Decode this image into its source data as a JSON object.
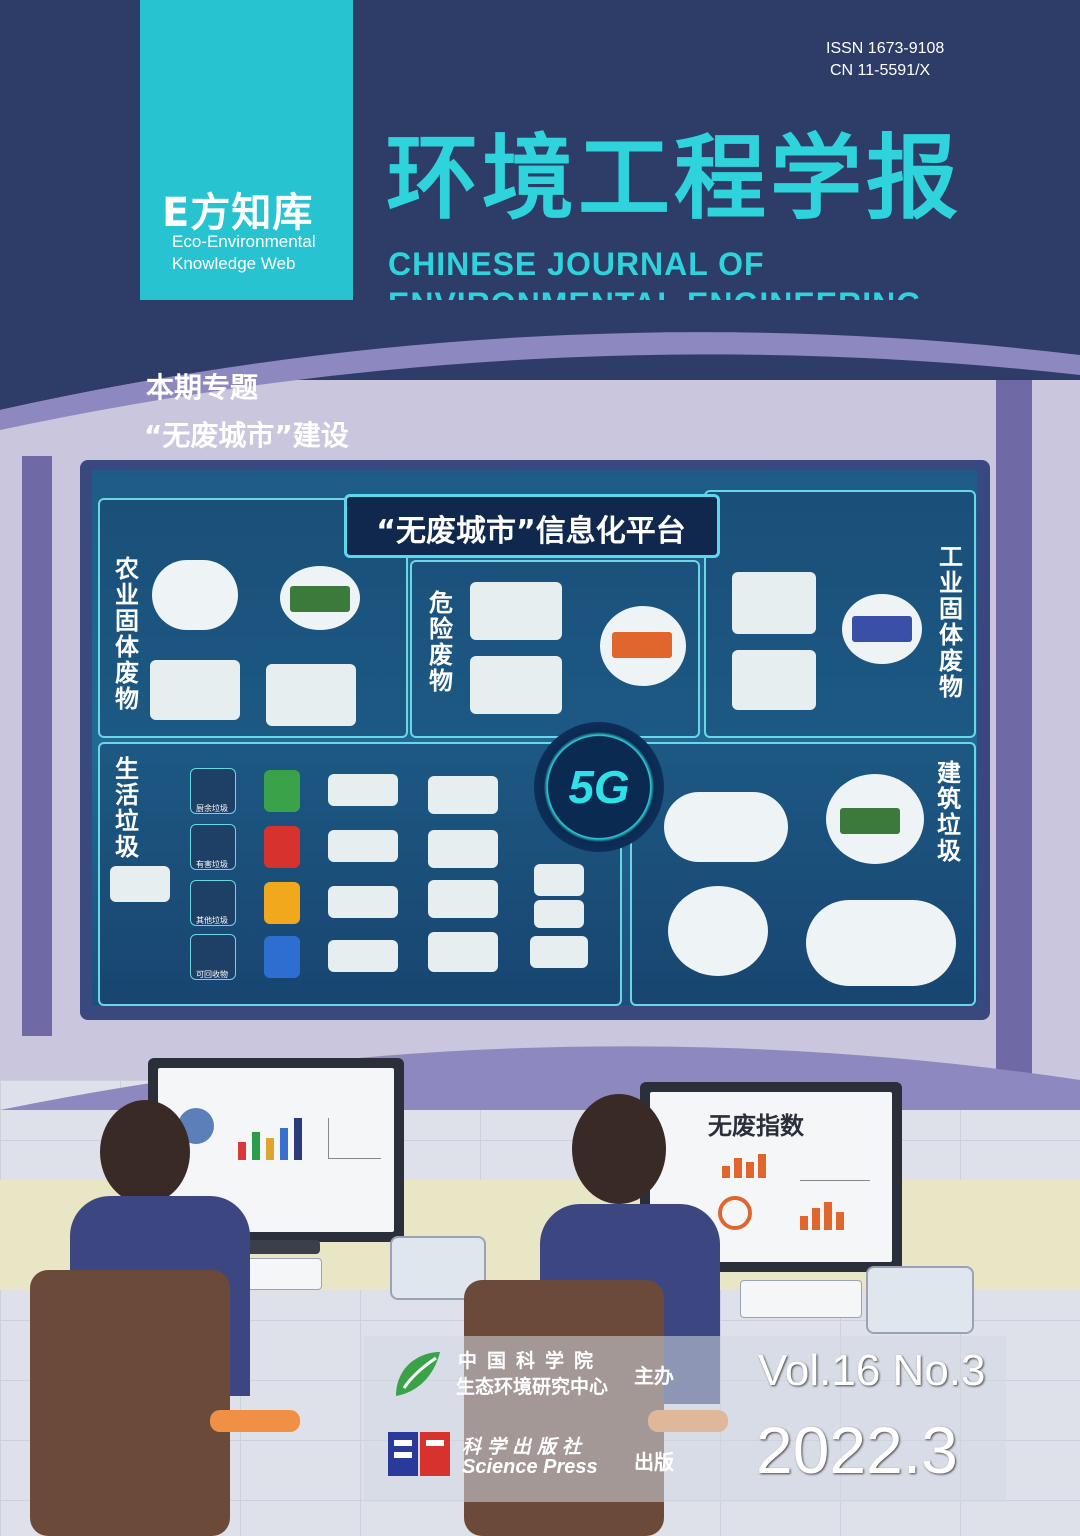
{
  "issn": "ISSN  1673-9108",
  "cn": "CN  11-5591/X",
  "journal": {
    "title_zh": "环境工程学报",
    "title_en_line1": "CHINESE JOURNAL OF",
    "title_en_line2": "ENVIRONMENTAL ENGINEERING"
  },
  "brand": {
    "name_zh": "E方知库",
    "name_en_line1": "Eco-Environmental",
    "name_en_line2": "Knowledge Web"
  },
  "topic": {
    "label": "本期专题",
    "value": "“无废城市”建设"
  },
  "platform": {
    "title": "“无废城市”信息化平台",
    "badge": "5G",
    "categories": {
      "agri": "农业固体废物",
      "hazard": "危险废物",
      "industrial": "工业固体废物",
      "domestic": "生活垃圾",
      "construction": "建筑垃圾"
    },
    "bins": [
      "厨余垃圾",
      "有害垃圾",
      "其他垃圾",
      "可回收物"
    ]
  },
  "monitor_right_title": "无废指数",
  "publisher": {
    "cas_line1": "中国科学院",
    "cas_line2": "生态环境研究中心",
    "sponsor_label": "主办",
    "press_zh": "科学出版社",
    "press_en": "Science Press",
    "publisher_label": "出版"
  },
  "issue": {
    "volume": "Vol.16  No.3",
    "date": "2022.3"
  },
  "colors": {
    "navy": "#2e3d67",
    "teal": "#2fd3dc",
    "cyan_panel": "#27c3d0"
  }
}
